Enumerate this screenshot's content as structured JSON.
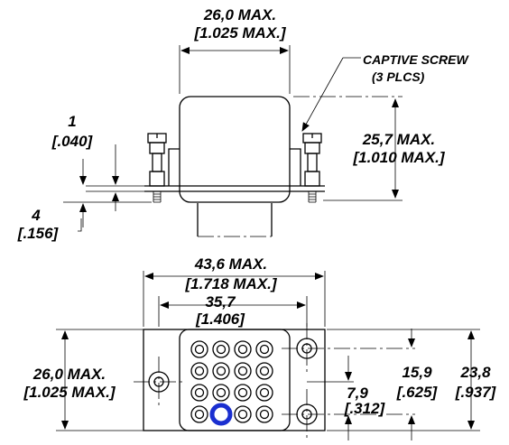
{
  "side_view": {
    "width_mm": "26,0 MAX.",
    "width_in": "[1.025 MAX.]",
    "callout_line1": "CAPTIVE SCREW",
    "callout_line2": "(3 PLCS)",
    "gap_mm": "1",
    "gap_in": "[.040]",
    "height_mm": "25,7 MAX.",
    "height_in": "[1.010 MAX.]",
    "stud_mm": "4",
    "stud_in": "[.156]"
  },
  "top_view": {
    "overall_mm": "43,6 MAX.",
    "overall_in": "[1.718 MAX.]",
    "spacing_mm": "35,7",
    "spacing_in": "[1.406]",
    "body_mm": "26,0 MAX.",
    "body_in": "[1.025 MAX.]",
    "half_mm": "7,9",
    "half_in": "[.312]",
    "hole_mm": "15,9",
    "hole_in": "[.625]",
    "flange_mm": "23,8",
    "flange_in": "[.937]"
  },
  "colors": {
    "highlight_pin": "#1a2fd0"
  }
}
